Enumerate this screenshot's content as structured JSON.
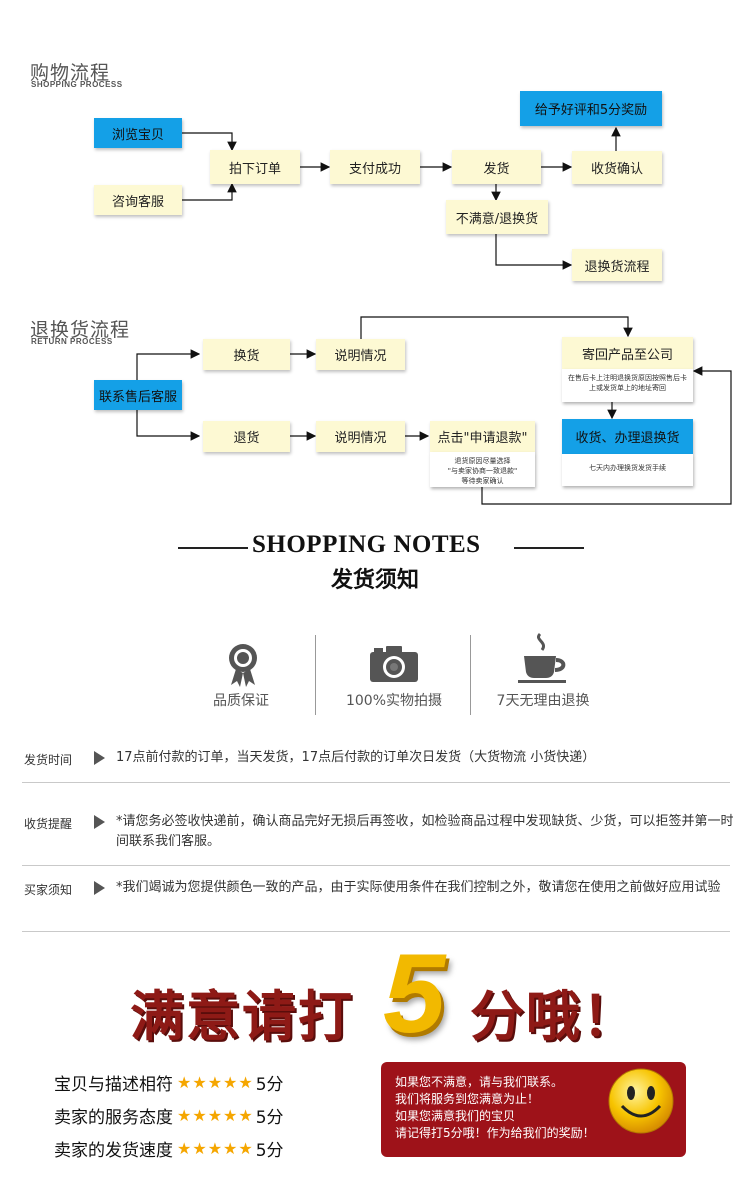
{
  "shopping": {
    "title": "购物流程",
    "subtitle": "SHOPPING PROCESS",
    "browse": "浏览宝贝",
    "consult": "咨询客服",
    "order": "拍下订单",
    "paid": "支付成功",
    "ship": "发货",
    "confirm": "收货确认",
    "review": "给予好评和5分奖励",
    "unsatisfied": "不满意/退换货",
    "return_flow": "退换货流程"
  },
  "returns": {
    "title": "退换货流程",
    "subtitle": "RETURN PROCESS",
    "contact": "联系售后客服",
    "exchange": "换货",
    "refund": "退货",
    "explain1": "说明情况",
    "explain2": "说明情况",
    "send_back": "寄回产品至公司",
    "send_back_note": "在售后卡上注明退换货原因按照售后卡上或发货单上的地址寄回",
    "receive": "收货、办理退换货",
    "receive_note": "七天内办理换货发货手续",
    "apply": "点击\"申请退款\"",
    "apply_note_1": "退货原因尽量选择",
    "apply_note_2": "\"与卖家协商一致退款\"",
    "apply_note_3": "等待卖家确认"
  },
  "notes": {
    "en": "SHOPPING NOTES",
    "cn": "发货须知"
  },
  "features": [
    {
      "icon": "ribbon-award-icon",
      "label": "品质保证"
    },
    {
      "icon": "camera-icon",
      "label": "100%实物拍摄"
    },
    {
      "icon": "coffee-cup-icon",
      "label": "7天无理由退换"
    }
  ],
  "info": [
    {
      "label": "发货时间",
      "text": "17点前付款的订单，当天发货，17点后付款的订单次日发货（大货物流 小货快递）"
    },
    {
      "label": "收货提醒",
      "text": "*请您务必签收快递前，确认商品完好无损后再签收，如检验商品过程中发现缺货、少货，可以拒签并第一时间联系我们客服。"
    },
    {
      "label": "买家须知",
      "text": "*我们竭诚为您提供颜色一致的产品，由于实际使用条件在我们控制之外，敬请您在使用之前做好应用试验"
    }
  ],
  "banner": {
    "part1": "满意请打",
    "five": "5",
    "part2": "分哦！"
  },
  "ratings": [
    {
      "label": "宝贝与描述相符",
      "stars": 5,
      "score": "5分"
    },
    {
      "label": "卖家的服务态度",
      "stars": 5,
      "score": "5分"
    },
    {
      "label": "卖家的发货速度",
      "stars": 5,
      "score": "5分"
    }
  ],
  "ratings_star_glyph": "★★★★★",
  "contact_panel": {
    "line1": "如果您不满意，请与我们联系。",
    "line2": "我们将服务到您满意为止！",
    "line3": "如果您满意我们的宝贝",
    "line4": "请记得打5分哦！作为给我们的奖励！"
  },
  "colors": {
    "blue_box": "#14a0e7",
    "yellow_box": "#fdf9d3",
    "banner_red": "#8e1a16",
    "banner_gold": "#f2b900",
    "panel_red": "#9e1219",
    "star": "#f5a600"
  }
}
